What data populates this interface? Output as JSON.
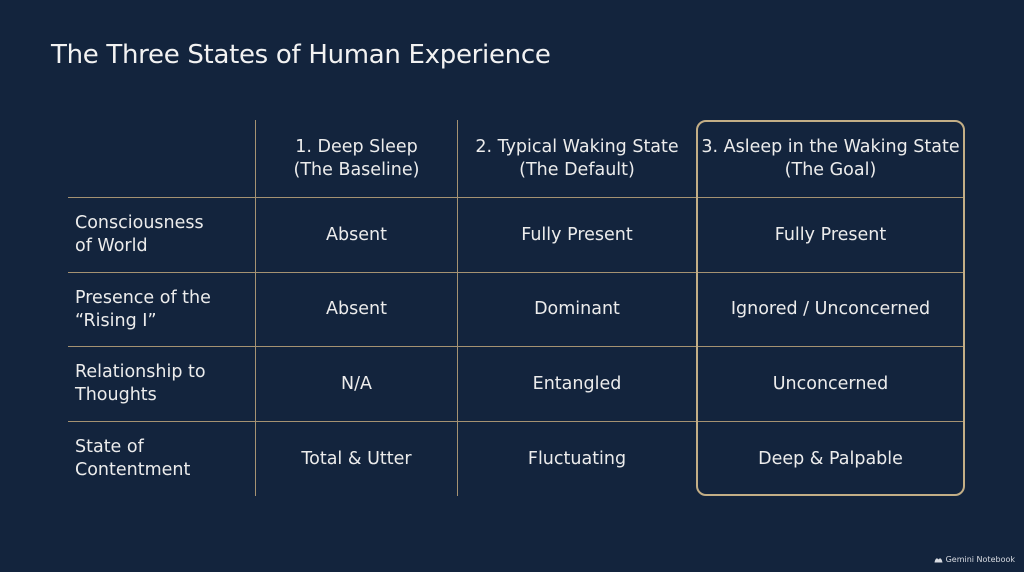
{
  "title": "The Three States of Human Experience",
  "columns": [
    {
      "line1": "1. Deep Sleep",
      "line2": "(The Baseline)"
    },
    {
      "line1": "2. Typical Waking State",
      "line2": "(The Default)"
    },
    {
      "line1": "3. Asleep in the Waking State",
      "line2": "(The Goal)"
    }
  ],
  "rows": [
    {
      "label_line1": "Consciousness",
      "label_line2": "of World",
      "cells": [
        "Absent",
        "Fully Present",
        "Fully Present"
      ]
    },
    {
      "label_line1": "Presence of the",
      "label_line2": "“Rising I”",
      "cells": [
        "Absent",
        "Dominant",
        "Ignored / Unconcerned"
      ]
    },
    {
      "label_line1": "Relationship to",
      "label_line2": "Thoughts",
      "cells": [
        "N/A",
        "Entangled",
        "Unconcerned"
      ]
    },
    {
      "label_line1": "State of",
      "label_line2": "Contentment",
      "cells": [
        "Total & Utter",
        "Fluctuating",
        "Deep & Palpable"
      ]
    }
  ],
  "watermark": "Gemini Notebook",
  "colors": {
    "background": "#13243d",
    "rule": "#a59272",
    "highlight_border": "#c3ae86",
    "text": "#ececec"
  }
}
